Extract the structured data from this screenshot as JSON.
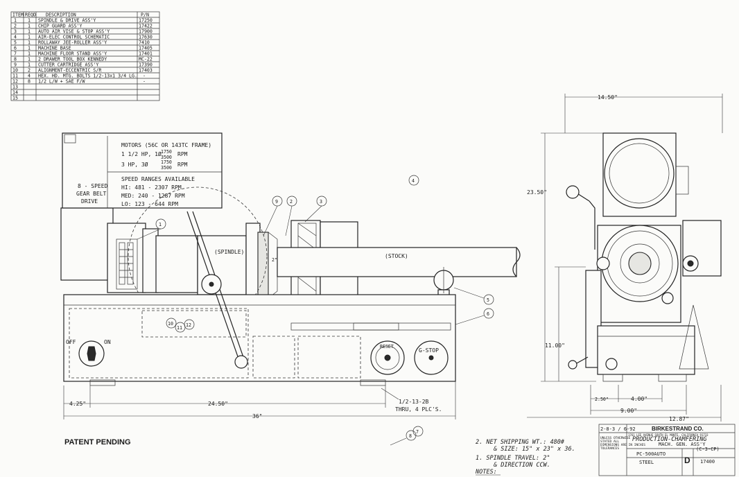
{
  "bom": {
    "headers": {
      "item": "ITEM",
      "req": "REQD",
      "description": "DESCRIPTION",
      "pn": "P/N"
    },
    "rows": [
      {
        "item": "1",
        "req": "1",
        "description": "SPINDLE & DRIVE ASS'Y",
        "pn": "17250"
      },
      {
        "item": "2",
        "req": "1",
        "description": "CHIP GUARD ASS'Y",
        "pn": "17422"
      },
      {
        "item": "3",
        "req": "1",
        "description": "AUTO AIR VISE & STOP ASS'Y",
        "pn": "17900"
      },
      {
        "item": "4",
        "req": "1",
        "description": "AIR-ELEC CONTROL SCHEMATIC",
        "pn": "17630"
      },
      {
        "item": "5",
        "req": "1",
        "description": "ROLLAWAY JEE-ROLLER ASS'Y",
        "pn": "7410"
      },
      {
        "item": "6",
        "req": "1",
        "description": "MACHINE BASE",
        "pn": "17405"
      },
      {
        "item": "7",
        "req": "1",
        "description": "MACHINE FLOOR STAND ASS'Y",
        "pn": "17401"
      },
      {
        "item": "8",
        "req": "1",
        "description": "2 DRAWER TOOL BOX KENNEDY",
        "pn": "MC-22"
      },
      {
        "item": "9",
        "req": "1",
        "description": "CUTTER CARTRIDGE ASS'Y",
        "pn": "17390"
      },
      {
        "item": "10",
        "req": "2",
        "description": "ALIGNMENT-ECCENTRIC S/R",
        "pn": "17403"
      },
      {
        "item": "11",
        "req": "4",
        "description": "HEX. HD. MTG. BOLTS 1/2-13x1 3/4 LG.",
        "pn": "-"
      },
      {
        "item": "12",
        "req": "8",
        "description": "1/2 L/W + SAE F/W",
        "pn": "-"
      },
      {
        "item": "13",
        "req": "",
        "description": "",
        "pn": ""
      },
      {
        "item": "14",
        "req": "",
        "description": "",
        "pn": ""
      },
      {
        "item": "15",
        "req": "",
        "description": "",
        "pn": ""
      }
    ]
  },
  "motor_label": {
    "title": "MOTORS (56C OR 143TC FRAME)",
    "line1a": "1 1/2 HP, 1Ø",
    "line1b": "1750",
    "line1c": "3500",
    "line1d": "RPM",
    "line2a": "3 HP, 3Ø",
    "line2b": "1750",
    "line2c": "3500",
    "line2d": "RPM",
    "speed_title": "SPEED RANGES AVAILABLE",
    "hi": "HI: 481 - 2307 RPM",
    "med": "MED: 240 - 1287 RPM",
    "lo": "LO: 123 - 644 RPM"
  },
  "drive_label": [
    "8 - SPEED",
    "GEAR BELT",
    "DRIVE"
  ],
  "labels": {
    "spindle": "(SPINDLE)",
    "stock": "(STOCK)",
    "off": "OFF",
    "on": "ON",
    "gstop": "G-STOP",
    "travel_tag": "2\"",
    "reset": "RESET"
  },
  "balloons": [
    "1",
    "2",
    "3",
    "4",
    "5",
    "6",
    "7",
    "8",
    "9",
    "10",
    "11",
    "12"
  ],
  "dimensions": {
    "d425": "4.25\"",
    "d2450": "24.50\"",
    "d36": "36\"",
    "bolts1": "1/2-13-2B",
    "bolts2": "THRU, 4 PLC'S.",
    "d1450": "14.50\"",
    "d2350": "23.50\"",
    "d1100": "11.00\"",
    "d250": "2.50\"",
    "d400": "4.00\"",
    "d900": "9.00\"",
    "d1287": "12.87\""
  },
  "patent": "PATENT PENDING",
  "notes": {
    "n2a": "2. NET SHIPPING WT.: 480#",
    "n2b": "& SIZE: 15\" x 23\" x 36.",
    "n1a": "1. SPINDLE TRAVEL: 2\"",
    "n1b": "& DIRECTION CCW.",
    "heading": "NOTES:"
  },
  "title_block": {
    "date": "2-8-3 / 6-92",
    "company": "BIRKESTRAND CO.",
    "address": "1761 LEE AVENUE  SOUTH EL MONTE, CALIFORNIA 91733",
    "tolerance_note": [
      "UNLESS OTHERWISE",
      "STATED ALL",
      "DIMENSIONS ARE IN INCHES",
      "TOLERANCES"
    ],
    "title1": "PRODUCTION-CHAMFERING",
    "title2": "MACH. GEN. ASS'Y",
    "title3": "(C-3-CP)",
    "model": "PC-500AUTO",
    "material": "STEEL",
    "size": "D",
    "drawing_no": "17400"
  }
}
